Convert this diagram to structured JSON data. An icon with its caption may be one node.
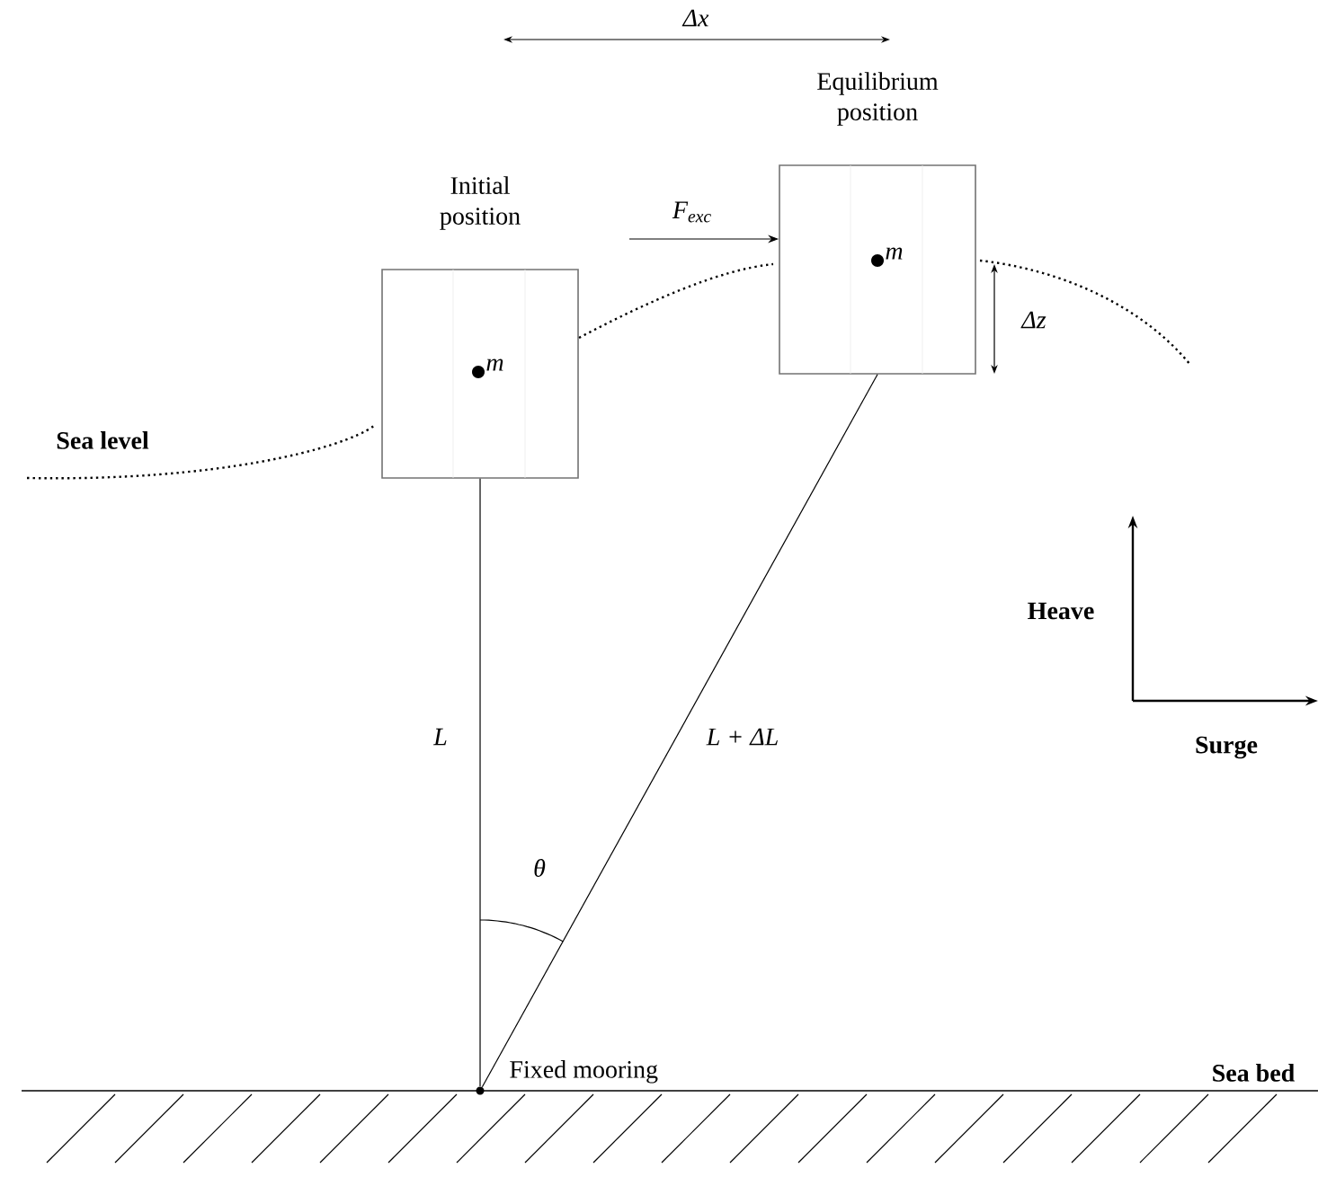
{
  "diagram": {
    "nodes": [
      {
        "text": [
          "Initial position",
          "m"
        ]
      },
      {
        "text": [
          "Equilibrium position",
          "m"
        ]
      },
      {
        "text": [],
        "shape": "circle",
        "beside": [
          "Fixed mooring"
        ]
      }
    ],
    "edges": [
      {
        "from": 2,
        "to": 0,
        "arrow": "none",
        "label": "L"
      },
      {
        "from": 2,
        "to": 1,
        "arrow": "none",
        "label": "L + ΔL"
      },
      {
        "from": null,
        "to": 1,
        "arrow": "to",
        "label": "F$_{exc}$"
      }
    ],
    "labels": [
      "Δx",
      "Δz",
      "Sea level",
      "Heave",
      "Surge",
      "θ",
      "Sea bed"
    ]
  }
}
